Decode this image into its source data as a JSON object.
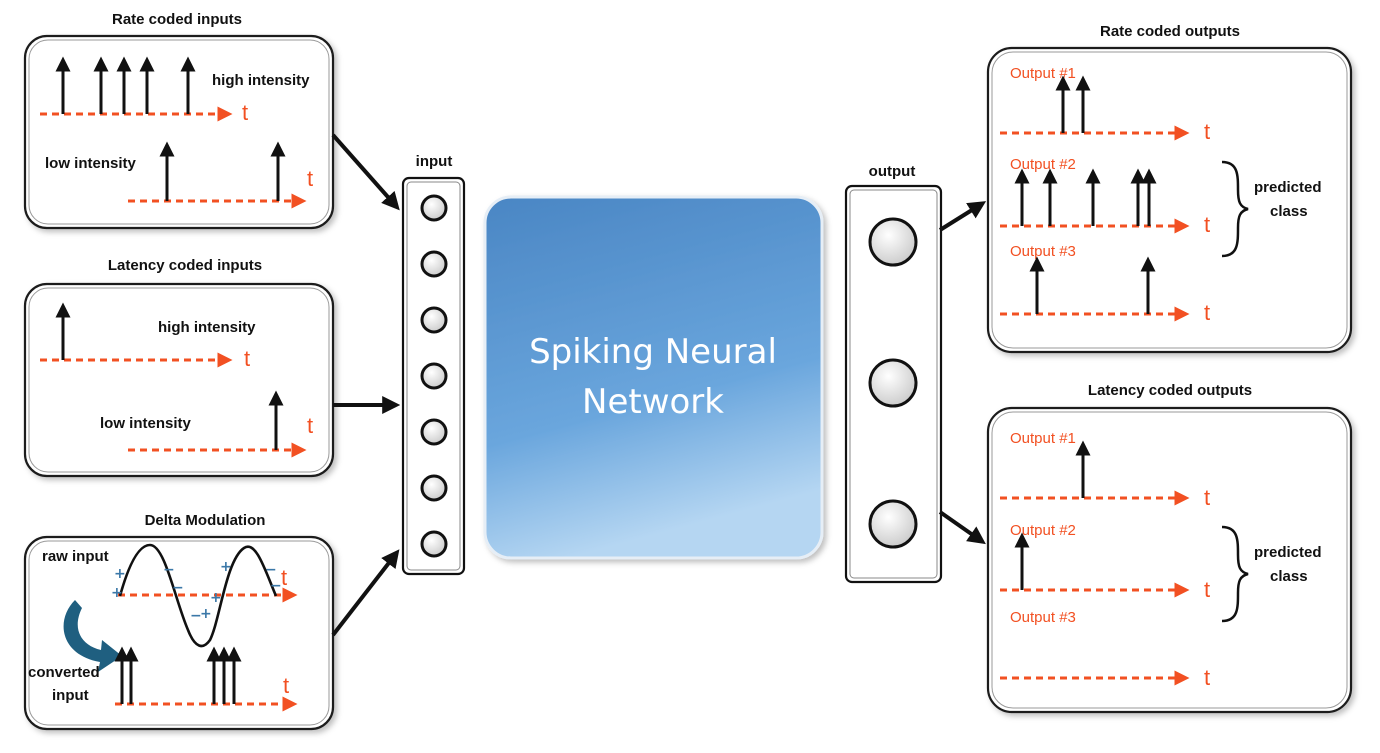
{
  "colors": {
    "axis": "#f25022",
    "network_top": "#4f8cc9",
    "network_bottom": "#a8cdf0",
    "spike": "#111111",
    "curve_arrow": "#1f5f80",
    "sign": "#3b78a8"
  },
  "input_panels": {
    "rate": {
      "title": "Rate coded inputs",
      "high_label": "high intensity",
      "low_label": "low intensity",
      "axis_label": "t"
    },
    "latency": {
      "title": "Latency coded inputs",
      "high_label": "high intensity",
      "low_label": "low intensity",
      "axis_label": "t"
    },
    "delta": {
      "title": "Delta Modulation",
      "raw_label": "raw input",
      "converted_label_1": "converted",
      "converted_label_2": "input",
      "axis_label": "t",
      "plus_sign": "+",
      "minus_sign": "−"
    }
  },
  "input_layer": {
    "label": "input",
    "neuron_count": 7
  },
  "network": {
    "line1": "Spiking Neural",
    "line2": "Network"
  },
  "output_layer": {
    "label": "output",
    "neuron_count": 3
  },
  "output_panels": {
    "rate": {
      "title": "Rate coded outputs",
      "outputs": [
        "Output #1",
        "Output #2",
        "Output #3"
      ],
      "predicted_1": "predicted",
      "predicted_2": "class",
      "axis_label": "t"
    },
    "latency": {
      "title": "Latency coded outputs",
      "outputs": [
        "Output #1",
        "Output #2",
        "Output #3"
      ],
      "predicted_1": "predicted",
      "predicted_2": "class",
      "axis_label": "t"
    }
  }
}
